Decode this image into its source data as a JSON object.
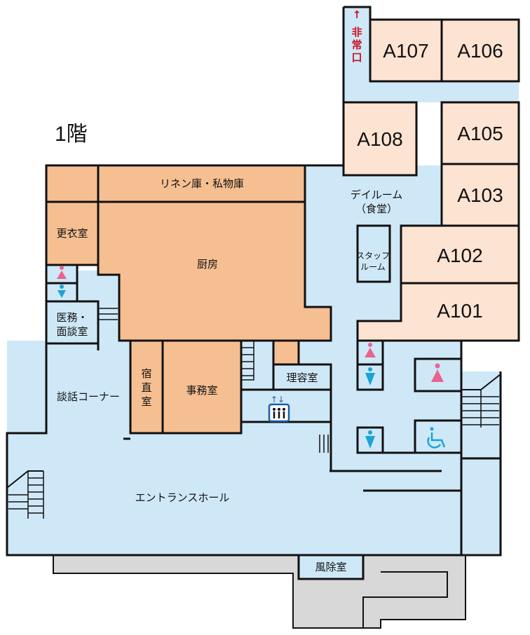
{
  "floor_label": "1階",
  "emergency_exit": {
    "arrow": "↑",
    "chars": [
      "非",
      "常",
      "口"
    ]
  },
  "colors": {
    "corridor": "#cfe8f7",
    "service": "#f6bf92",
    "guest_room": "#fde3d2",
    "outdoor": "#d8d8d8",
    "wall": "#111111",
    "female": "#e8648f",
    "male": "#1aa3d9"
  },
  "guest_rooms": {
    "a107": "A107",
    "a106": "A106",
    "a108": "A108",
    "a105": "A105",
    "a103": "A103",
    "a102": "A102",
    "a101": "A101"
  },
  "rooms": {
    "linen": "リネン庫・私物庫",
    "locker": "更衣室",
    "kitchen": "厨房",
    "medical": [
      "医務・",
      "面談室"
    ],
    "night_duty": [
      "宿",
      "直",
      "室"
    ],
    "office": "事務室",
    "barber": "理容室",
    "lounge": "談話コーナー",
    "entrance": "エントランスホール",
    "windbreak": "風除室",
    "dining": [
      "デイルーム",
      "（食堂）"
    ],
    "staff": [
      "スタッフ",
      "ルーム"
    ]
  },
  "icons": {
    "elevator": "elevator-icon",
    "female": "female-toilet-icon",
    "male": "male-toilet-icon",
    "accessible": "accessible-toilet-icon"
  }
}
